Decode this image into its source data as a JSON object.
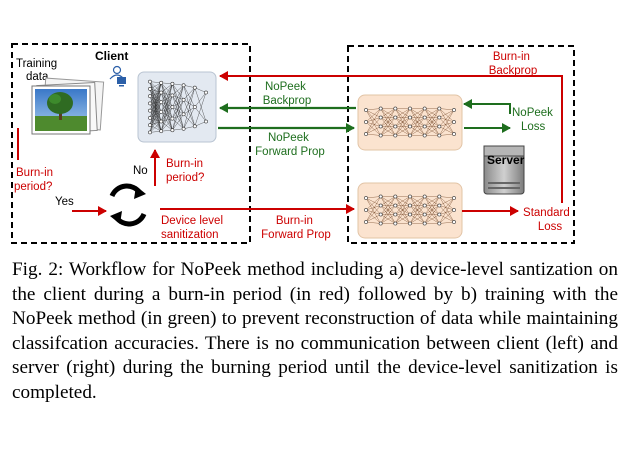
{
  "diagram": {
    "client_label": "Client",
    "training_data_label": [
      "Training",
      "data"
    ],
    "burnin_question_left": [
      "Burn-in",
      "period?"
    ],
    "yes_label": "Yes",
    "no_label": "No",
    "burnin_question_up": [
      "Burn-in",
      "period?"
    ],
    "device_sanitization": [
      "Device level",
      "sanitization"
    ],
    "burnin_forward_prop": [
      "Burn-in",
      "Forward Prop"
    ],
    "nopeek_backprop": [
      "NoPeek",
      "Backprop"
    ],
    "nopeek_forward_prop": [
      "NoPeek",
      "Forward Prop"
    ],
    "burnin_backprop": [
      "Burn-in",
      "Backprop"
    ],
    "nopeek_loss": [
      "NoPeek",
      "Loss"
    ],
    "server_label": "Server",
    "standard_loss": [
      "Standard",
      "Loss"
    ],
    "colors": {
      "red": "#cc0000",
      "green": "#1e6e1e",
      "server_box": "#fbe3cf",
      "client_box": "#e3e9f1",
      "dash": "#000000"
    }
  },
  "caption": "Fig. 2: Workflow for NoPeek method including a) device-level santization on the client during a burn-in period (in red) followed by b) training with the NoPeek method (in green) to prevent reconstruction of data while maintaining classifcation accuracies. There is no communication between client (left) and server (right) during the burning period until the device-level sanitization is completed."
}
